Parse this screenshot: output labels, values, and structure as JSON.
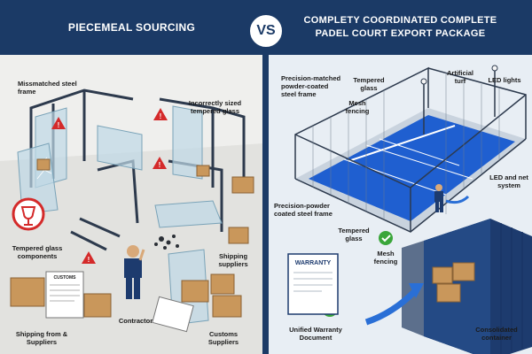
{
  "left": {
    "title": "PIECEMEAL SOURCING",
    "labels": {
      "frame": "Missmatched steel frame",
      "glass": "Incorrectly sized tempered glass",
      "components": "Tempered glass components",
      "shipping_suppliers": "Shipping suppliers",
      "shipping_from": "Shipping from & Suppliers",
      "contractor": "Contractor",
      "customs": "Customs Suppliers",
      "customs_doc": "CUSTOMS"
    }
  },
  "vs": "VS",
  "right": {
    "title_line1": "COMPLETY COORDINATED COMPLETE",
    "title_line2": "PADEL COURT EXPORT PACKAGE",
    "labels": {
      "powder_frame": "Precision-matched powder-coated steel frame",
      "tempered_top": "Tempered glass",
      "mesh_top": "Mesh fencing",
      "turf": "Artificial turf",
      "led": "LED lights",
      "led_net": "LED and net system",
      "powder_frame2": "Precision-powder coated steel frame",
      "tempered_bottom": "Tempered glass",
      "mesh_bottom": "Mesh fencing",
      "warranty_title": "WARRANTY",
      "warranty_doc": "Unified Warranty Document",
      "container": "Consolidated container"
    }
  },
  "colors": {
    "navy": "#1b3a66",
    "court_blue": "#1f5fd0",
    "warning_red": "#d42a2a",
    "check_green": "#3aa63a",
    "box_tan": "#c9975b"
  }
}
